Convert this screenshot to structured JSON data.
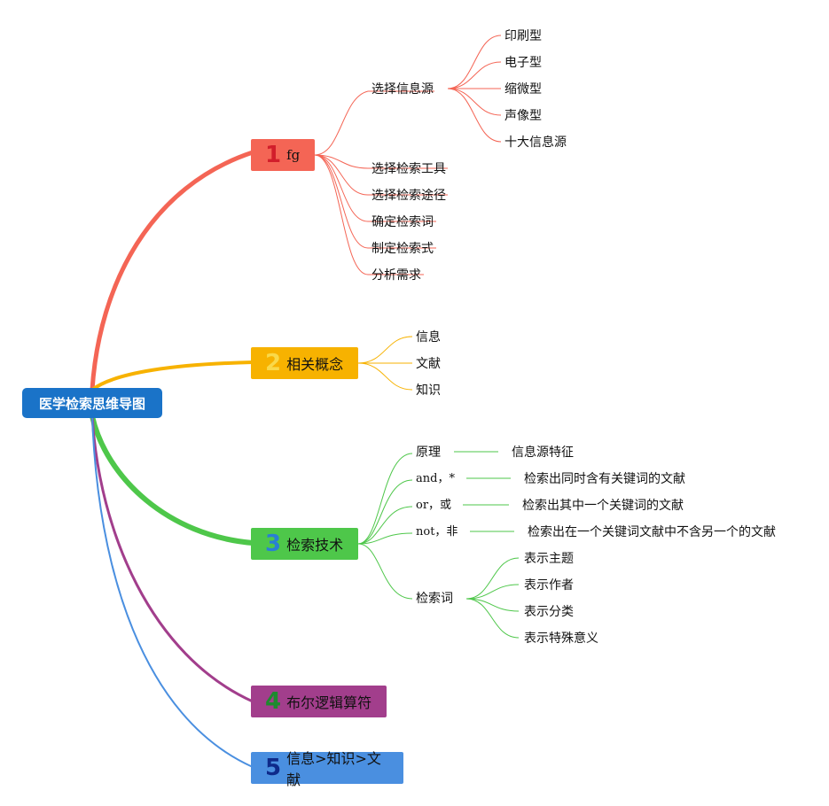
{
  "root": {
    "label": "医学检索思维导图"
  },
  "branches": [
    {
      "number": "1",
      "label": "fg",
      "color": "#f46555",
      "num_color": "#d21e2b",
      "children": [
        {
          "label": "选择信息源",
          "children": [
            "印刷型",
            "电子型",
            "缩微型",
            "声像型",
            "十大信息源"
          ]
        },
        {
          "label": "选择检索工具"
        },
        {
          "label": "选择检索途径"
        },
        {
          "label": "确定检索词"
        },
        {
          "label": "制定检索式"
        },
        {
          "label": "分析需求"
        }
      ]
    },
    {
      "number": "2",
      "label": "相关概念",
      "color": "#f7b200",
      "num_color": "#f9d94a",
      "children": [
        {
          "label": "信息"
        },
        {
          "label": "文献"
        },
        {
          "label": "知识"
        }
      ]
    },
    {
      "number": "3",
      "label": "检索技术",
      "color": "#4ec74a",
      "num_color": "#2a7fd4",
      "children": [
        {
          "label": "原理",
          "detail": "信息源特征"
        },
        {
          "label": "and，*",
          "detail": "检索出同时含有关键词的文献"
        },
        {
          "label": "or，或",
          "detail": "检索出其中一个关键词的文献"
        },
        {
          "label": "not，非",
          "detail": "检索出在一个关键词文献中不含另一个的文献"
        },
        {
          "label": "检索词",
          "children": [
            "表示主题",
            "表示作者",
            "表示分类",
            "表示特殊意义"
          ]
        }
      ]
    },
    {
      "number": "4",
      "label": "布尔逻辑算符",
      "color": "#a23e8c",
      "num_color": "#1e8a2e",
      "children": []
    },
    {
      "number": "5",
      "label": "信息>知识>文献",
      "color": "#4a8fe0",
      "num_color": "#0e2a8a",
      "children": []
    }
  ]
}
